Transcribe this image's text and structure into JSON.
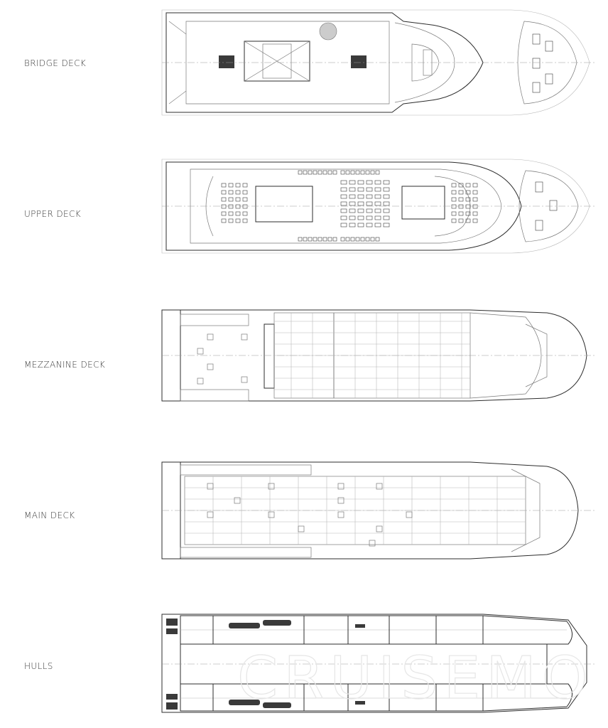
{
  "decks": [
    {
      "id": "bridge",
      "label": "BRIDGE DECK"
    },
    {
      "id": "upper",
      "label": "UPPER DECK"
    },
    {
      "id": "mezzanine",
      "label": "MEZZANINE DECK"
    },
    {
      "id": "main",
      "label": "MAIN DECK"
    },
    {
      "id": "hulls",
      "label": "HULLS"
    }
  ],
  "watermark": "CRUISEMO"
}
